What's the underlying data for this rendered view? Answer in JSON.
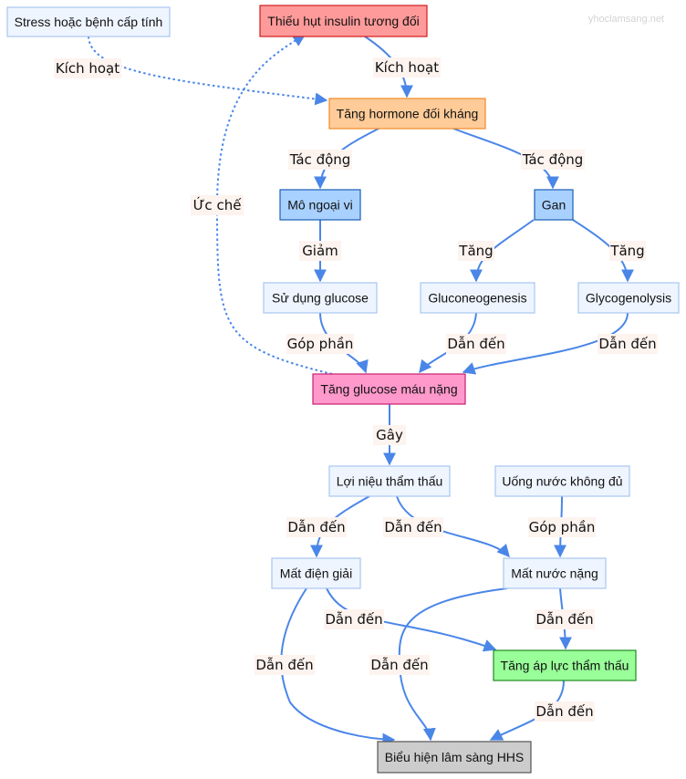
{
  "watermark": "yhoclamsang.net",
  "colors": {
    "edge": "#4a86e8",
    "default_fill": "#eef5ff",
    "default_stroke": "#a8c6f0",
    "red_fill": "#ff9a9a",
    "red_stroke": "#d11a1a",
    "orange_fill": "#ffcc99",
    "orange_stroke": "#f08a24",
    "blue_fill": "#a9d1ff",
    "blue_stroke": "#1c5fb8",
    "pink_fill": "#ff99cc",
    "pink_stroke": "#c81e6e",
    "green_fill": "#99ff99",
    "green_stroke": "#1f8a1f",
    "gray_fill": "#cccccc",
    "gray_stroke": "#555555"
  },
  "nodes": [
    {
      "id": "stress",
      "label": "Stress hoặc bệnh cấp tính",
      "style": "default"
    },
    {
      "id": "insulin",
      "label": "Thiếu hụt insulin tương đối",
      "style": "red"
    },
    {
      "id": "hormone",
      "label": "Tăng hormone đối kháng",
      "style": "orange"
    },
    {
      "id": "mo",
      "label": "Mô ngoại vi",
      "style": "blue"
    },
    {
      "id": "gan",
      "label": "Gan",
      "style": "blue"
    },
    {
      "id": "sudung",
      "label": "Sử dụng glucose",
      "style": "default"
    },
    {
      "id": "gluconeo",
      "label": "Gluconeogenesis",
      "style": "default"
    },
    {
      "id": "glycogen",
      "label": "Glycogenolysis",
      "style": "default"
    },
    {
      "id": "glucose",
      "label": "Tăng glucose máu nặng",
      "style": "pink"
    },
    {
      "id": "loinieu",
      "label": "Lợi niệu thẩm thấu",
      "style": "default"
    },
    {
      "id": "uongnuoc",
      "label": "Uống nước không đủ",
      "style": "default"
    },
    {
      "id": "matdien",
      "label": "Mất điện giải",
      "style": "default"
    },
    {
      "id": "matnuoc",
      "label": "Mất nước nặng",
      "style": "default"
    },
    {
      "id": "tangap",
      "label": "Tăng áp lực thẩm thấu",
      "style": "green"
    },
    {
      "id": "bieuhien",
      "label": "Biểu hiện lâm sàng HHS",
      "style": "gray"
    }
  ],
  "edges": [
    {
      "id": "e1",
      "from": "stress",
      "to": "hormone",
      "label": "Kích hoạt",
      "style": "dotted"
    },
    {
      "id": "e2",
      "from": "insulin",
      "to": "hormone",
      "label": "Kích hoạt",
      "style": "solid"
    },
    {
      "id": "e3",
      "from": "hormone",
      "to": "mo",
      "label": "Tác động",
      "style": "solid"
    },
    {
      "id": "e4",
      "from": "hormone",
      "to": "gan",
      "label": "Tác động",
      "style": "solid"
    },
    {
      "id": "e5",
      "from": "mo",
      "to": "sudung",
      "label": "Giảm",
      "style": "solid"
    },
    {
      "id": "e6",
      "from": "gan",
      "to": "gluconeo",
      "label": "Tăng",
      "style": "solid"
    },
    {
      "id": "e7",
      "from": "gan",
      "to": "glycogen",
      "label": "Tăng",
      "style": "solid"
    },
    {
      "id": "e8",
      "from": "sudung",
      "to": "glucose",
      "label": "Góp phần",
      "style": "solid"
    },
    {
      "id": "e9",
      "from": "gluconeo",
      "to": "glucose",
      "label": "Dẫn đến",
      "style": "solid"
    },
    {
      "id": "e10",
      "from": "glycogen",
      "to": "glucose",
      "label": "Dẫn đến",
      "style": "solid"
    },
    {
      "id": "e11",
      "from": "glucose",
      "to": "insulin",
      "label": "Ức chế",
      "style": "dotted"
    },
    {
      "id": "e12",
      "from": "glucose",
      "to": "loinieu",
      "label": "Gây",
      "style": "solid"
    },
    {
      "id": "e13",
      "from": "loinieu",
      "to": "matdien",
      "label": "Dẫn đến",
      "style": "solid"
    },
    {
      "id": "e14",
      "from": "loinieu",
      "to": "matnuoc",
      "label": "Dẫn đến",
      "style": "solid"
    },
    {
      "id": "e15",
      "from": "uongnuoc",
      "to": "matnuoc",
      "label": "Góp phần",
      "style": "solid"
    },
    {
      "id": "e16",
      "from": "matdien",
      "to": "tangap",
      "label": "Dẫn đến",
      "style": "solid"
    },
    {
      "id": "e17",
      "from": "matnuoc",
      "to": "tangap",
      "label": "Dẫn đến",
      "style": "solid"
    },
    {
      "id": "e18",
      "from": "matdien",
      "to": "bieuhien",
      "label": "Dẫn đến",
      "style": "solid"
    },
    {
      "id": "e19",
      "from": "matnuoc",
      "to": "bieuhien",
      "label": "Dẫn đến",
      "style": "solid"
    },
    {
      "id": "e20",
      "from": "tangap",
      "to": "bieuhien",
      "label": "Dẫn đến",
      "style": "solid"
    }
  ]
}
